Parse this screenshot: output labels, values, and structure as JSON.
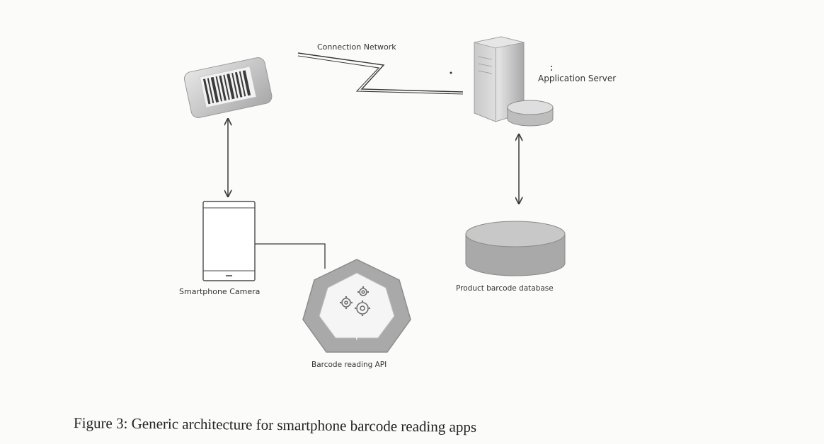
{
  "nodes": {
    "barcode_card": {
      "icon": "barcode-card-icon"
    },
    "smartphone": {
      "label": "Smartphone Camera",
      "icon": "smartphone-icon"
    },
    "api": {
      "label": "Barcode reading API",
      "badge_text": "api",
      "icon": "api-gears-icon"
    },
    "network": {
      "label": "Connection Network",
      "icon": "lightning-link-icon"
    },
    "server": {
      "label": "Application Server",
      "icon": "server-tower-icon"
    },
    "database": {
      "label": "Product barcode database",
      "icon": "database-cylinder-icon"
    }
  },
  "caption": "Figure 3: Generic architecture for smartphone barcode reading apps",
  "colors": {
    "line": "#3a3a3a",
    "grey_fill": "#b8b8b8",
    "grey_dark": "#8a8a8a",
    "grey_light": "#dcdcdc"
  }
}
